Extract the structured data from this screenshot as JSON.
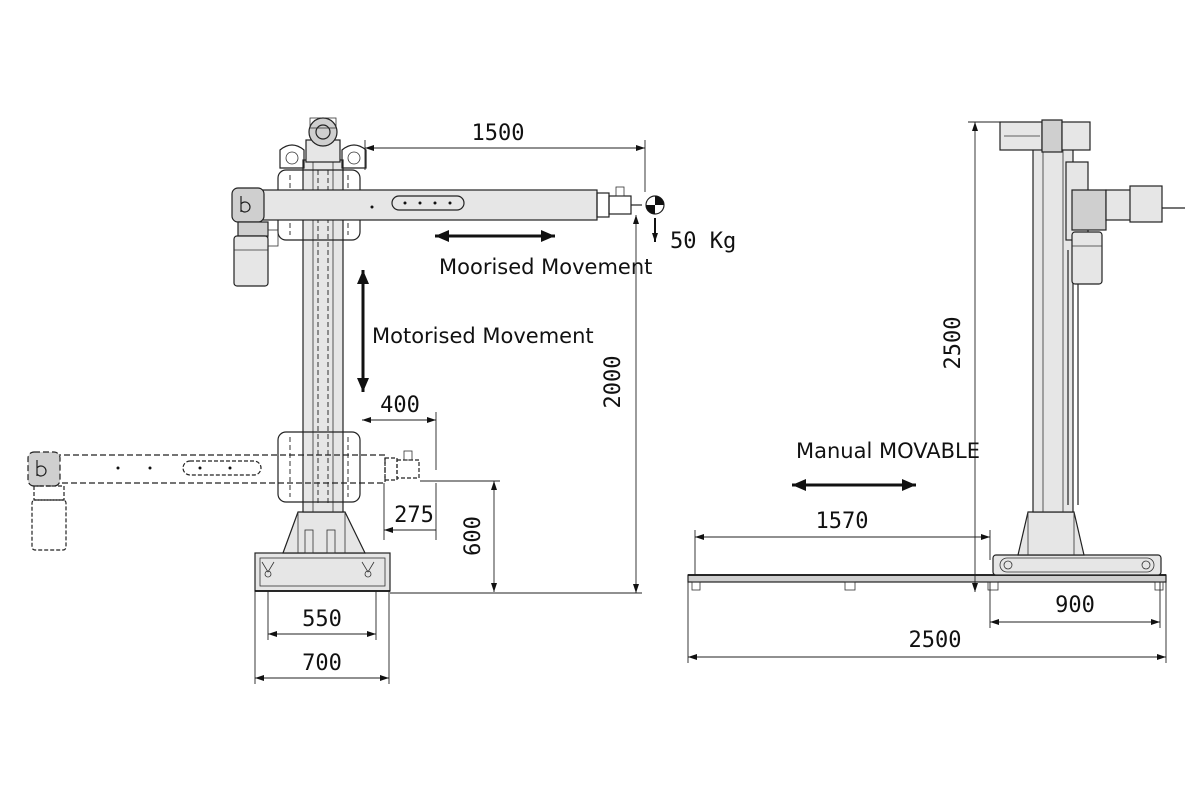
{
  "labels": {
    "arm_movement": "Moorised Movement",
    "column_movement": "Motorised Movement",
    "load": "50 Kg",
    "base_movement": "Manual MOVABLE"
  },
  "dimensions": {
    "arm_reach": "1500",
    "height_front": "2000",
    "arm_offset": "400",
    "arm_drop": "275",
    "min_height": "600",
    "base_inner": "550",
    "base_outer": "700",
    "height_side": "2500",
    "travel": "1570",
    "carriage_width": "900",
    "rail_length": "2500"
  }
}
